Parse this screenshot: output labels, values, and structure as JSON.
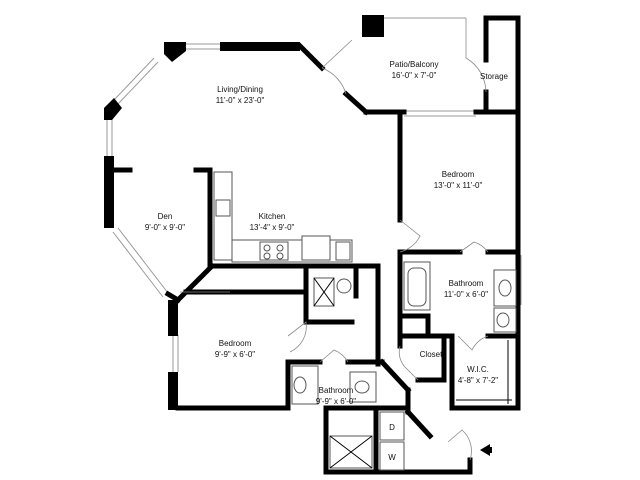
{
  "rooms": {
    "living_dining": {
      "name": "Living/Dining",
      "dims": "11'-0\" x 23'-0\""
    },
    "patio": {
      "name": "Patio/Balcony",
      "dims": "16'-0\" x 7'-0\""
    },
    "storage": {
      "name": "Storage"
    },
    "bedroom_main": {
      "name": "Bedroom",
      "dims": "13'-0\" x 11'-0\""
    },
    "den": {
      "name": "Den",
      "dims": "9'-0\" x 9'-0\""
    },
    "kitchen": {
      "name": "Kitchen",
      "dims": "13'-4\" x 9'-0\""
    },
    "bathroom_main": {
      "name": "Bathroom",
      "dims": "11'-0\" x 6'-0\""
    },
    "closet": {
      "name": "Closet"
    },
    "wic": {
      "name": "W.I.C.",
      "dims": "4'-8\" x 7'-2\""
    },
    "bedroom_second": {
      "name": "Bedroom",
      "dims": "9'-9\" x 6'-0\""
    },
    "bathroom_second": {
      "name": "Bathroom",
      "dims": "9'-9\" x 6'-0\""
    },
    "dryer": {
      "name": "D"
    },
    "washer": {
      "name": "W"
    }
  },
  "entry_marker": "entry-arrow-icon"
}
